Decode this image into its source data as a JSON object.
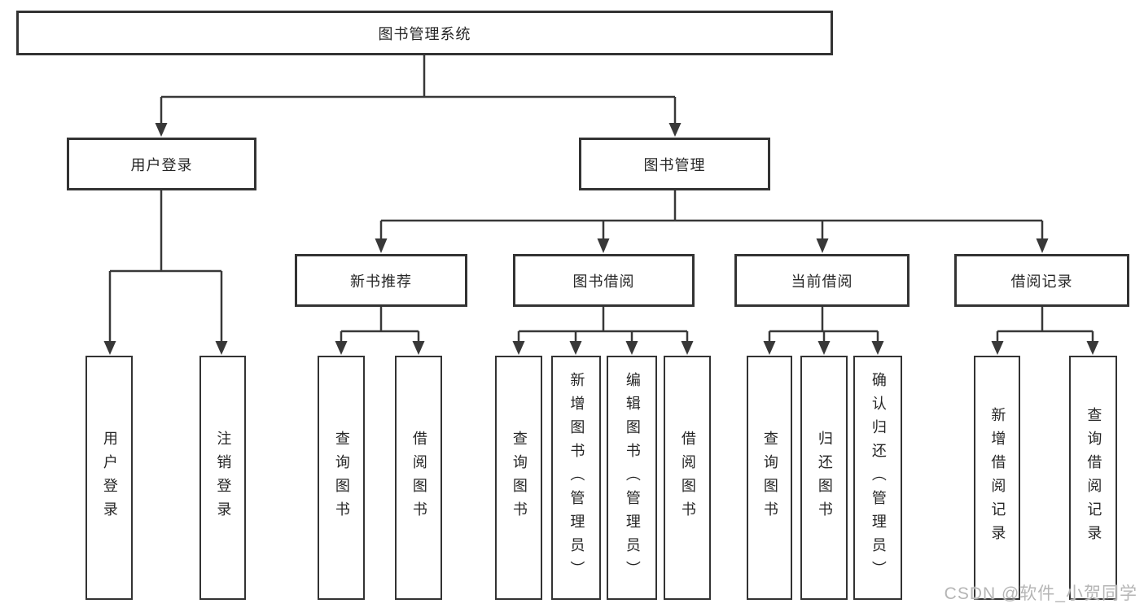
{
  "colors": {
    "background": "#ffffff",
    "border": "#333333",
    "line": "#383838",
    "text": "#262626",
    "watermark": "#b5b5b5"
  },
  "tree": {
    "root": {
      "label": "图书管理系统"
    },
    "user_login": {
      "label": "用户登录",
      "children": [
        {
          "label": "用户登录"
        },
        {
          "label": "注销登录"
        }
      ]
    },
    "book_mgmt": {
      "label": "图书管理",
      "sections": [
        {
          "label": "新书推荐",
          "children": [
            {
              "label": "查询图书"
            },
            {
              "label": "借阅图书"
            }
          ]
        },
        {
          "label": "图书借阅",
          "children": [
            {
              "label": "查询图书"
            },
            {
              "label": "新增图书（管理员）"
            },
            {
              "label": "编辑图书（管理员）"
            },
            {
              "label": "借阅图书"
            }
          ]
        },
        {
          "label": "当前借阅",
          "children": [
            {
              "label": "查询图书"
            },
            {
              "label": "归还图书"
            },
            {
              "label": "确认归还（管理员）"
            }
          ]
        },
        {
          "label": "借阅记录",
          "children": [
            {
              "label": "新增借阅记录"
            },
            {
              "label": "查询借阅记录"
            }
          ]
        }
      ]
    }
  },
  "watermark": {
    "text": "CSDN @软件_小贺同学"
  }
}
